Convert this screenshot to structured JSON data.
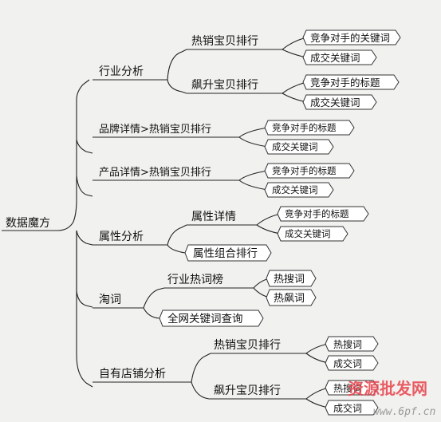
{
  "root": "数据魔方",
  "branches": [
    {
      "label": "行业分析",
      "children": [
        {
          "label": "热销宝贝排行",
          "leaves": [
            "竞争对手的关键词",
            "成交关键词"
          ]
        },
        {
          "label": "飙升宝贝排行",
          "leaves": [
            "竞争对手的标题",
            "成交关键词"
          ]
        }
      ]
    },
    {
      "label": "品牌详情>热销宝贝排行",
      "leaves": [
        "竞争对手的标题",
        "成交关键词"
      ]
    },
    {
      "label": "产品详情>热销宝贝排行",
      "leaves": [
        "竞争对手的标题",
        "成交关键词"
      ]
    },
    {
      "label": "属性分析",
      "children": [
        {
          "label": "属性详情",
          "leaves": [
            "竞争对手的标题",
            "成交关键词"
          ]
        },
        {
          "label": "属性组合排行",
          "boxed": true
        }
      ]
    },
    {
      "label": "淘词",
      "children": [
        {
          "label": "行业热词榜",
          "leaves": [
            "热搜词",
            "热飙词"
          ]
        },
        {
          "label": "全网关键词查询",
          "boxed": true
        }
      ]
    },
    {
      "label": "自有店铺分析",
      "children": [
        {
          "label": "热销宝贝排行",
          "leaves": [
            "热搜词",
            "成交词"
          ]
        },
        {
          "label": "飙升宝贝排行",
          "leaves": [
            "热搜词",
            "成交词"
          ]
        }
      ]
    }
  ],
  "watermark": {
    "text": "资源批发网",
    "url": "www.6pf.cn",
    "color": "#e8434c"
  }
}
